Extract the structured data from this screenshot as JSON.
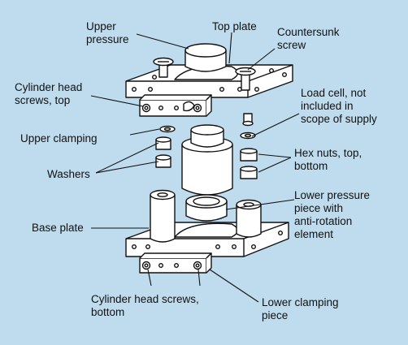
{
  "labels": {
    "upper_pressure": [
      "Upper",
      "pressure"
    ],
    "top_plate": "Top plate",
    "countersunk_screw": [
      "Countersunk",
      "screw"
    ],
    "cylinder_head_top": [
      "Cylinder head",
      "screws, top"
    ],
    "load_cell": [
      "Load cell, not",
      "included in",
      "scope of supply"
    ],
    "upper_clamping": "Upper clamping",
    "hex_nuts": [
      "Hex nuts, top,",
      "bottom"
    ],
    "washers": "Washers",
    "lower_pressure": [
      "Lower pressure",
      "piece with",
      "anti-rotation",
      "element"
    ],
    "base_plate": "Base plate",
    "cylinder_head_bottom": [
      "Cylinder head screws,",
      "bottom"
    ],
    "lower_clamping": [
      "Lower clamping",
      "piece"
    ]
  },
  "colors": {
    "background": "#bfdcef",
    "part_fill": "#ffffff",
    "line": "#111111"
  }
}
